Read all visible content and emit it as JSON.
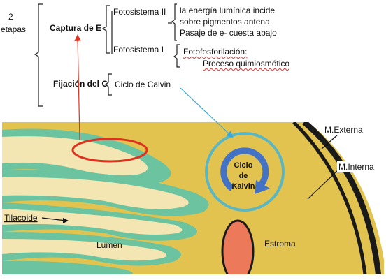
{
  "outline": {
    "two_label": "2",
    "etapas_label": "etapas",
    "captura": "Captura de E",
    "fijacion": "Fijación del C",
    "fotosistema2": "Fotosistema II",
    "fotosistema1": "Fotosistema I",
    "ps2_lines": [
      "la energía lumínica incide",
      "sobre pigmentos antena",
      "Pasaje de e- cuesta abajo"
    ],
    "fotofosforilacion": "Fotofosforilación:",
    "proceso": "Proceso quimiosmótico",
    "ciclo_calvin": "Ciclo de Calvin"
  },
  "diagram": {
    "labels": {
      "m_externa": "M.Externa",
      "m_interna": "M.Interna",
      "tilacoide": "Tilacoide",
      "lumen": "Lumen",
      "estroma": "Estroma",
      "ciclo_lines": [
        "Ciclo",
        "de",
        "Kalvin"
      ]
    },
    "colors": {
      "stroma": "#e3c34f",
      "membrane": "#1a1a1a",
      "thylakoid_border": "#6cc3a0",
      "lumen_fill": "#f3e6b3",
      "ellipse_red": "#e0301e",
      "calvin_circle": "#5bb6c4",
      "calvin_arrow": "#4472c4",
      "orange_body": "#ec7a5a",
      "red_arrow": "#e0301e",
      "blue_arrow": "#3aa7d6"
    }
  }
}
